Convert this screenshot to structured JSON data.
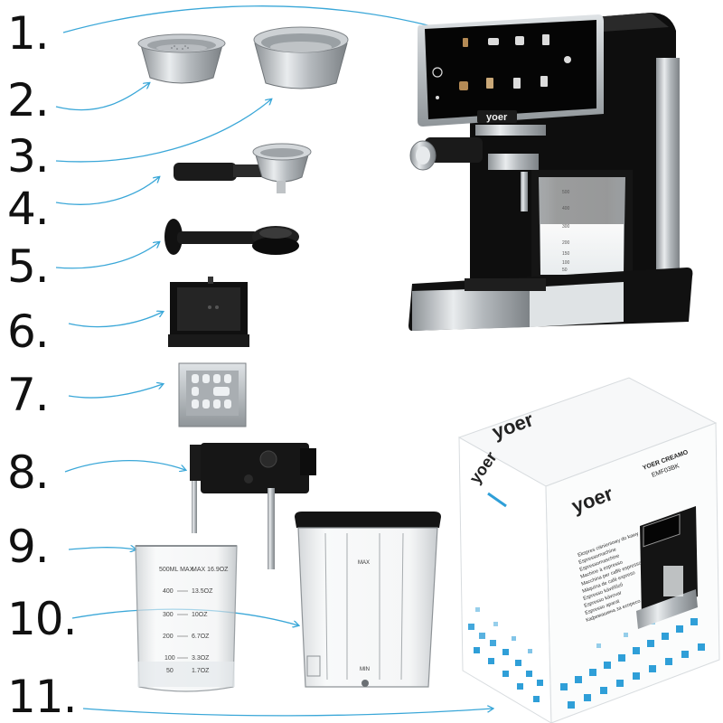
{
  "labels": [
    "1.",
    "2.",
    "3.",
    "4.",
    "5.",
    "6.",
    "7.",
    "8.",
    "9.",
    "10.",
    "11."
  ],
  "brand": "yoer",
  "box": {
    "model_line1": "YOER CREAMO",
    "model_line2": "EMF03BK",
    "description_lines": [
      "Ekspres ciśnieniowy do kawy",
      "Espressomachine",
      "Espressomaschine",
      "Machine à espresso",
      "Macchina per caffè espresso",
      "Máquina de café expreso",
      "Espresso kávéfőző",
      "Espresso kávovar",
      "Espresso aparat",
      "Кафемашина за еспресо"
    ]
  },
  "milk_jug": {
    "top_left": "500ML MAX",
    "top_right": "MAX 16.9OZ",
    "marks_left": [
      "400",
      "300",
      "200",
      "100",
      "50"
    ],
    "marks_right": [
      "13.5OZ",
      "10OZ",
      "6.7OZ",
      "3.3OZ",
      "1.7OZ"
    ]
  },
  "water_tank": {
    "max_label": "MAX",
    "min_label": "MIN"
  },
  "machine_jug": {
    "marks": [
      "500",
      "400",
      "300",
      "200",
      "150",
      "100",
      "50"
    ]
  },
  "colors": {
    "arrow": "#3aa7d8",
    "box_blue": "#2f9fd8",
    "machine_black": "#111111",
    "steel": "#cfd3d6"
  }
}
